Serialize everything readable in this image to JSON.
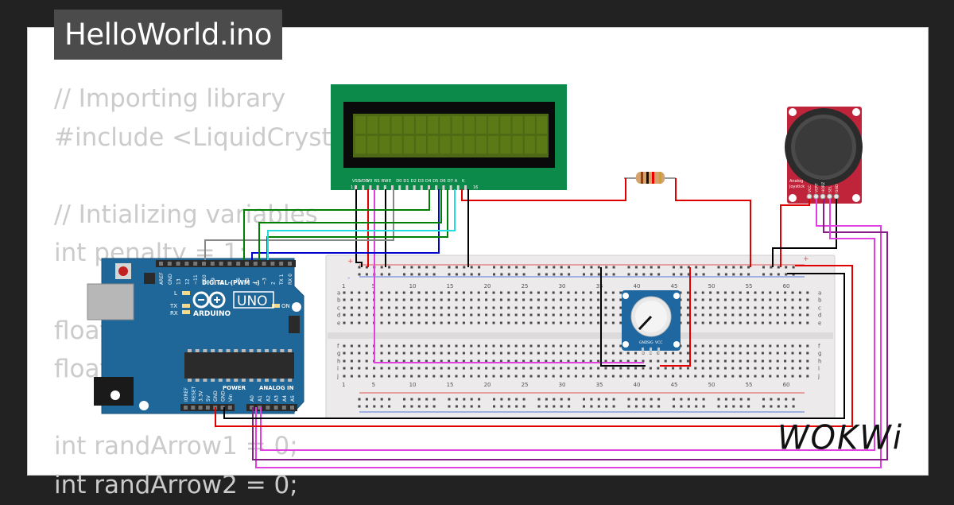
{
  "project": {
    "filename": "HelloWorld.ino"
  },
  "code_lines": [
    "// Importing library",
    "#include <LiquidCrystal",
    "",
    "// Intializing variables",
    "int penalty = 1;",
    "",
    "float",
    "float",
    "",
    "int randArrow1 = 0;",
    "int randArrow2 = 0;"
  ],
  "arduino": {
    "model": "UNO",
    "maker": "ARDUINO",
    "digital_label": "DIGITAL (PWM ~)",
    "power_label": "POWER",
    "analog_label": "ANALOG IN",
    "on_label": "ON",
    "l_label": "L",
    "tx_label": "TX",
    "rx_label": "RX",
    "digital_pins": [
      "AREF",
      "GND",
      "13",
      "12",
      "~11",
      "~10",
      "~9",
      "8",
      "7",
      "~6",
      "~5",
      "4",
      "~3",
      "2",
      "TX 1",
      "RX 0"
    ],
    "power_pins": [
      "IOREF",
      "RESET",
      "3.3V",
      "5V",
      "GND",
      "GND",
      "Vin"
    ],
    "analog_pins": [
      "A0",
      "A1",
      "A2",
      "A3",
      "A4",
      "A5"
    ]
  },
  "lcd": {
    "pins": [
      "VSS",
      "VDD",
      "V0",
      "RS",
      "RW",
      "E",
      "D0",
      "D1",
      "D2",
      "D3",
      "D4",
      "D5",
      "D6",
      "D7",
      "A",
      "K"
    ],
    "pin_number_first": "1",
    "pin_number_last": "16"
  },
  "breadboard": {
    "column_numbers": [
      "1",
      "5",
      "10",
      "15",
      "20",
      "25",
      "30",
      "35",
      "40",
      "45",
      "50",
      "55",
      "60"
    ],
    "rows_top": [
      "a",
      "b",
      "c",
      "d",
      "e"
    ],
    "rows_bottom": [
      "f",
      "g",
      "h",
      "i",
      "j"
    ],
    "rail_plus": "+",
    "rail_minus": "-"
  },
  "potentiometer": {
    "pins": [
      "GND",
      "SIG",
      "VCC"
    ]
  },
  "joystick": {
    "label_line1": "Analog",
    "label_line2": "Joystick",
    "pins": [
      "VCC",
      "VERT",
      "HORZ",
      "SEL",
      "GND"
    ]
  },
  "brand": {
    "name": "WOKWi"
  },
  "colors": {
    "background": "#222222",
    "arduino_blue": "#1f6798",
    "lcd_green": "#0c8a4a",
    "lcd_screen": "#4f6a14",
    "joystick_red": "#c0243a",
    "wire_red": "#e00000",
    "wire_black": "#000000",
    "wire_green": "#008000",
    "wire_cyan": "#22dddd",
    "wire_blue": "#0000cc",
    "wire_gray": "#888888",
    "wire_purple": "#8a1c8a",
    "wire_magenta": "#e040e0"
  }
}
